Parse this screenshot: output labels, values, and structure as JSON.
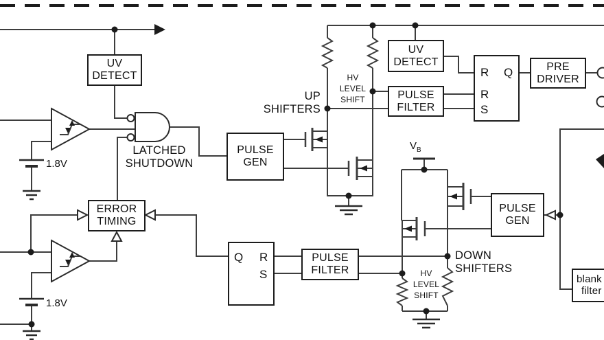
{
  "colors": {
    "wire": "#3d3d3d",
    "box_border": "#1c1c1c",
    "text": "#111111",
    "background": "#ffffff"
  },
  "blocks": {
    "uv_detect_left": {
      "line1": "UV",
      "line2": "DETECT"
    },
    "pulse_gen_left": {
      "line1": "PULSE",
      "line2": "GEN"
    },
    "uv_detect_right": {
      "line1": "UV",
      "line2": "DETECT"
    },
    "pulse_filter_right": {
      "line1": "PULSE",
      "line2": "FILTER"
    },
    "pre_driver": {
      "line1": "PRE",
      "line2": "DRIVER"
    },
    "error_timing": {
      "line1": "ERROR",
      "line2": "TIMING"
    },
    "pulse_filter_bottom": {
      "line1": "PULSE",
      "line2": "FILTER"
    },
    "pulse_gen_right": {
      "line1": "PULSE",
      "line2": "GEN"
    },
    "blank_filter": {
      "line1": "blank",
      "line2": "filter"
    }
  },
  "latch_top": {
    "r_top": "R",
    "r_mid": "R",
    "s": "S",
    "q": "Q"
  },
  "latch_bottom": {
    "q": "Q",
    "r": "R",
    "s": "S"
  },
  "labels": {
    "latched_shutdown_1": "LATCHED",
    "latched_shutdown_2": "SHUTDOWN",
    "up_shifters_1": "UP",
    "up_shifters_2": "SHIFTERS",
    "down_shifters_1": "DOWN",
    "down_shifters_2": "SHIFTERS",
    "hv_level_shift_1": "HV",
    "hv_level_shift_2": "LEVEL",
    "hv_level_shift_3": "SHIFT",
    "vref_top": "1.8V",
    "vref_bottom": "1.8V",
    "vb": "V",
    "vb_sub": "B"
  }
}
